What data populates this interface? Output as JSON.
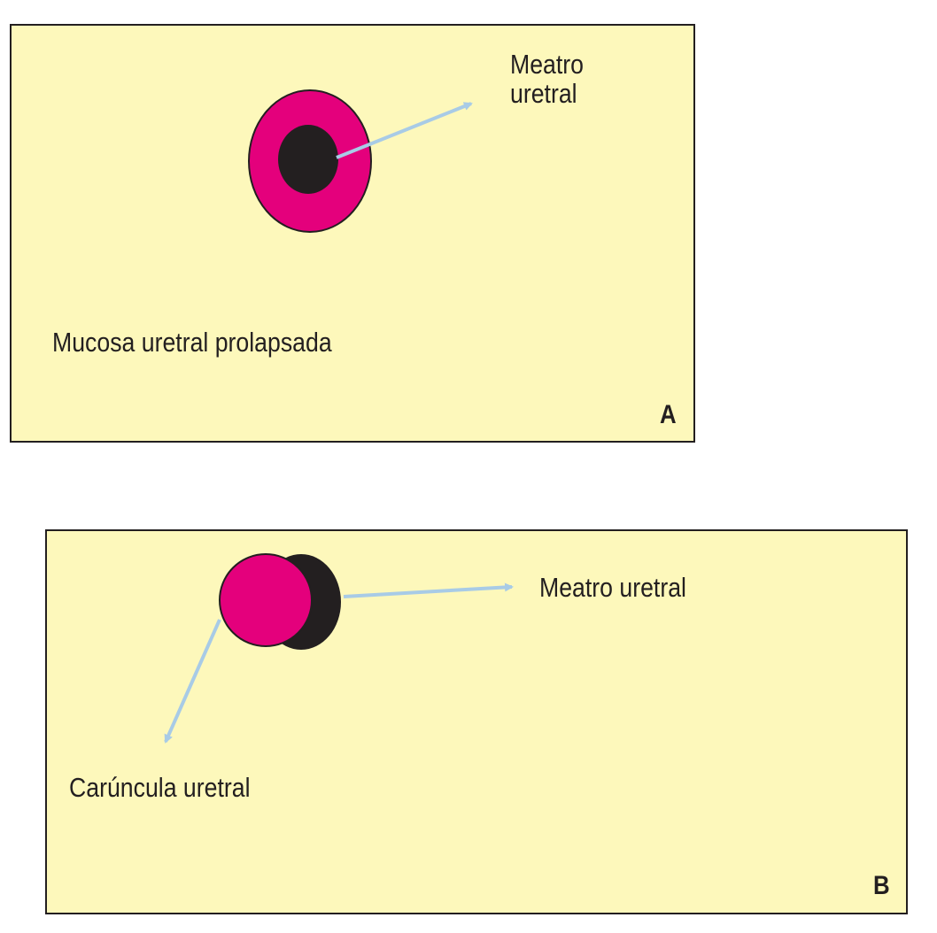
{
  "panel_a": {
    "letter": "A",
    "meatus_label": "Meatro\nuretral",
    "mucosa_label": "Mucosa uretral prolapsada"
  },
  "panel_b": {
    "letter": "B",
    "meatus_label": "Meatro uretral",
    "caruncle_label": "Carúncula uretral"
  },
  "colors": {
    "background": "#fdf8bb",
    "border": "#231f20",
    "mucosa_magenta": "#e4007c",
    "meatus_dark": "#231f20",
    "arrow": "#a8cbe6"
  }
}
